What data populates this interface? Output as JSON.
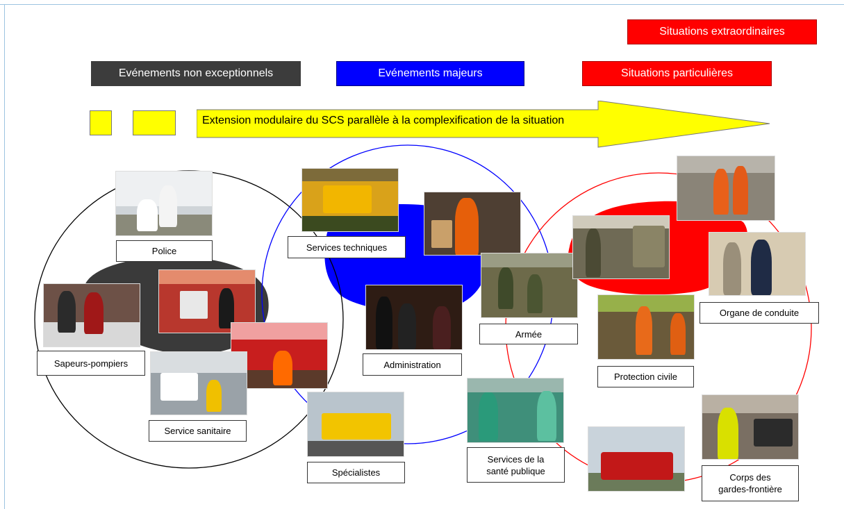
{
  "categories": {
    "extraordinary": "Situations extraordinaires",
    "non_exceptional": "Evénements non exceptionnels",
    "major": "Evénements majeurs",
    "particular": "Situations particulières"
  },
  "arrow_text": "Extension modulaire du SCS parallèle à la complexification de la situation",
  "labels": {
    "police": "Police",
    "sapeurs_pompiers": "Sapeurs-pompiers",
    "service_sanitaire": "Service sanitaire",
    "services_techniques": "Services techniques",
    "administration": "Administration",
    "armee": "Armée",
    "specialistes": "Spécialistes",
    "sante_publique": "Services de la\nsanté publique",
    "organe_conduite": "Organe de conduite",
    "protection_civile": "Protection civile",
    "gardes_frontiere": "Corps des\ngardes-frontière"
  },
  "colors": {
    "black_circle": "#000000",
    "blue_circle": "#0000ff",
    "red_circle": "#ff0000",
    "dark_blob": "#3a3a3a",
    "blue_blob": "#0000ff",
    "red_blob": "#ff0000",
    "arrow_fill": "#ffff00"
  }
}
